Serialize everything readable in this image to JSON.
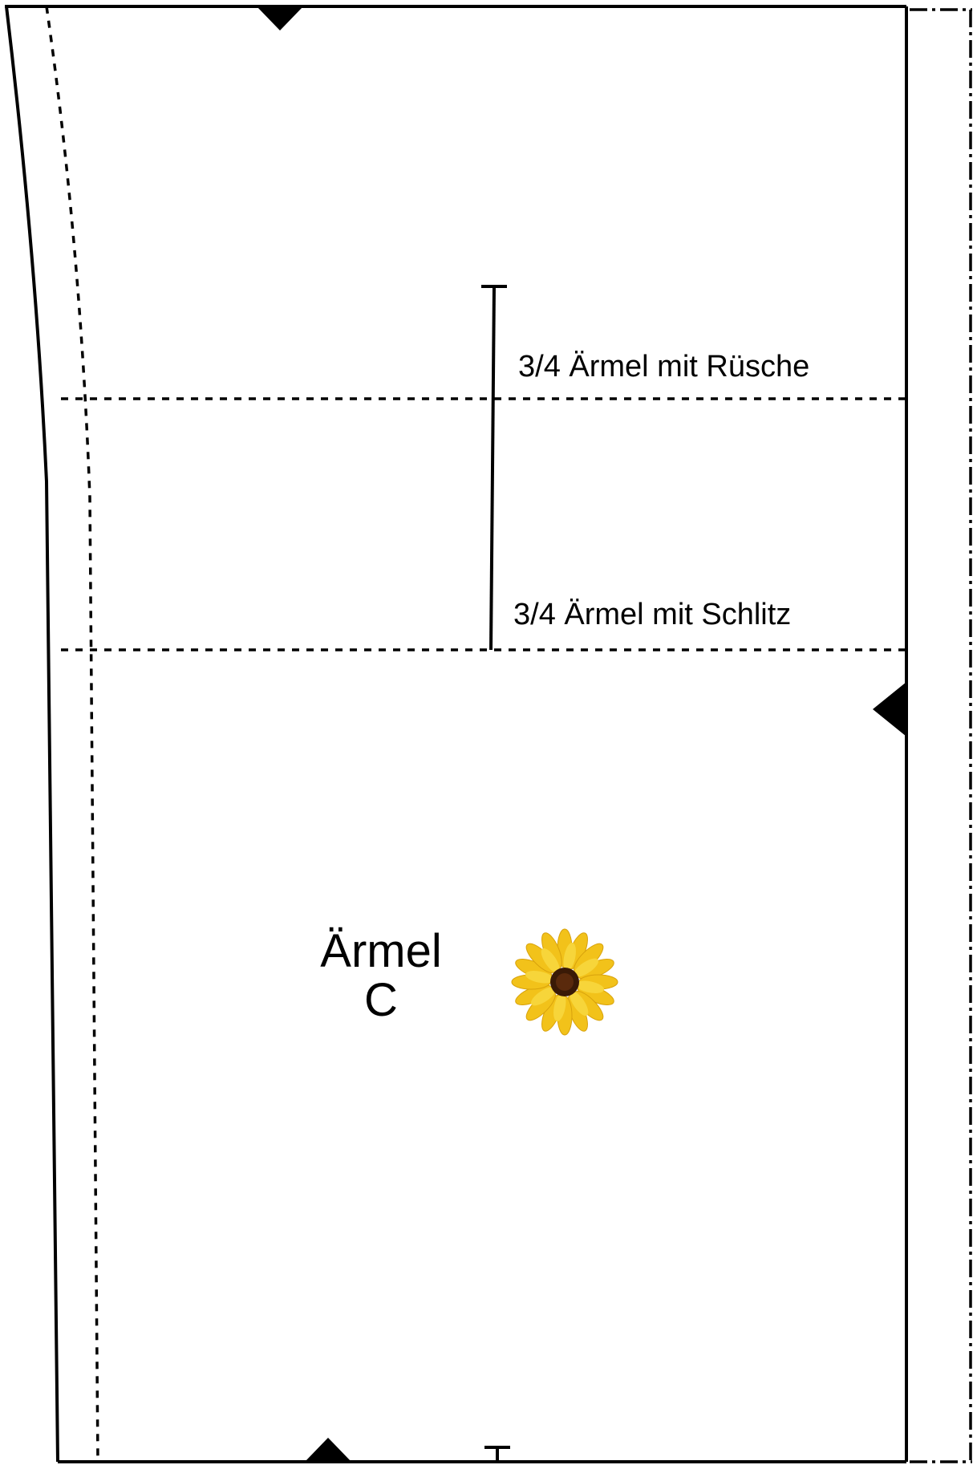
{
  "lines": {
    "ruesche_label": "3/4 Ärmel mit Rüsche",
    "schlitz_label": "3/4 Ärmel mit Schlitz"
  },
  "piece": {
    "name": "Ärmel",
    "letter": "C"
  },
  "colors": {
    "ink": "#000000",
    "paper": "#ffffff",
    "sunflower_petal": "#f2c21a",
    "sunflower_center": "#5a2a0c"
  },
  "icons": {
    "sunflower": "sunflower-icon"
  }
}
